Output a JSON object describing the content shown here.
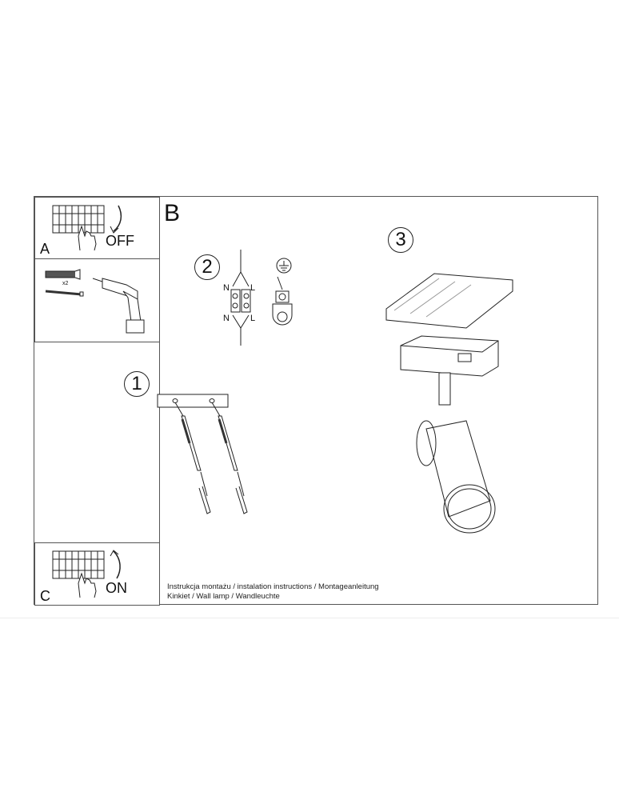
{
  "panels": {
    "a": {
      "letter": "A",
      "action": "OFF"
    },
    "tools": {
      "quantity": "x2"
    },
    "b": {
      "letter": "B"
    },
    "c": {
      "letter": "C",
      "action": "ON"
    }
  },
  "steps": [
    {
      "number": "1"
    },
    {
      "number": "2",
      "wiring": {
        "neutral_top": "N",
        "live_top": "L",
        "neutral_bottom": "N",
        "live_bottom": "L"
      }
    },
    {
      "number": "3"
    }
  ],
  "caption": {
    "line1": "Instrukcja montażu / instalation instructions / Montageanleitung",
    "line2": "Kinkiet / Wall lamp / Wandleuchte"
  }
}
